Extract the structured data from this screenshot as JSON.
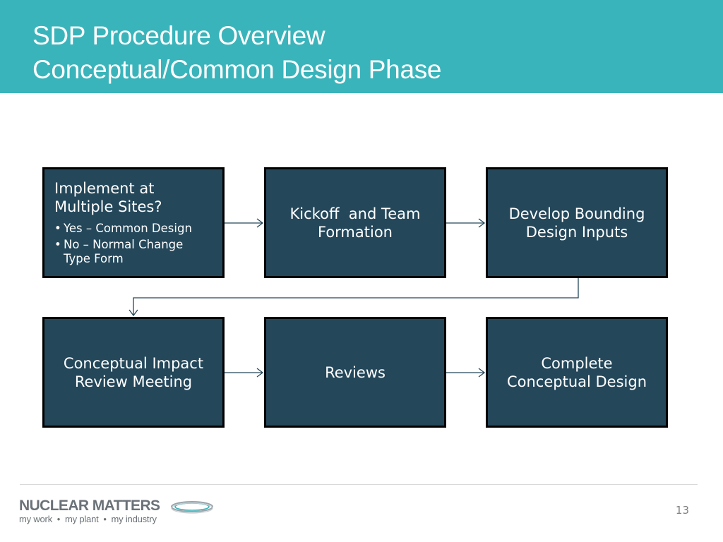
{
  "header": {
    "title_line1": "SDP Procedure Overview",
    "title_line2": "Conceptual/Common Design Phase",
    "background_color": "#3ab4bb"
  },
  "colors": {
    "box_fill": "#24475a",
    "box_border": "#000000",
    "connector": "#24475a"
  },
  "flow": {
    "step1": {
      "heading_line1": "Implement at",
      "heading_line2": "Multiple Sites?",
      "bullet1": "Yes – Common Design",
      "bullet2": "No – Normal Change Type Form"
    },
    "step2": {
      "line1": "Kickoff  and Team",
      "line2": "Formation"
    },
    "step3": {
      "line1": "Develop Bounding",
      "line2": "Design Inputs"
    },
    "step4": {
      "line1": "Conceptual Impact",
      "line2": "Review Meeting"
    },
    "step5": {
      "line1": "Reviews"
    },
    "step6": {
      "line1": "Complete",
      "line2": "Conceptual Design"
    }
  },
  "footer": {
    "logo_name": "NUCLEAR MATTERS",
    "logo_tagline": "my work  •  my plant  •  my industry",
    "logo_icon": "rings-icon",
    "page_number": "13"
  }
}
